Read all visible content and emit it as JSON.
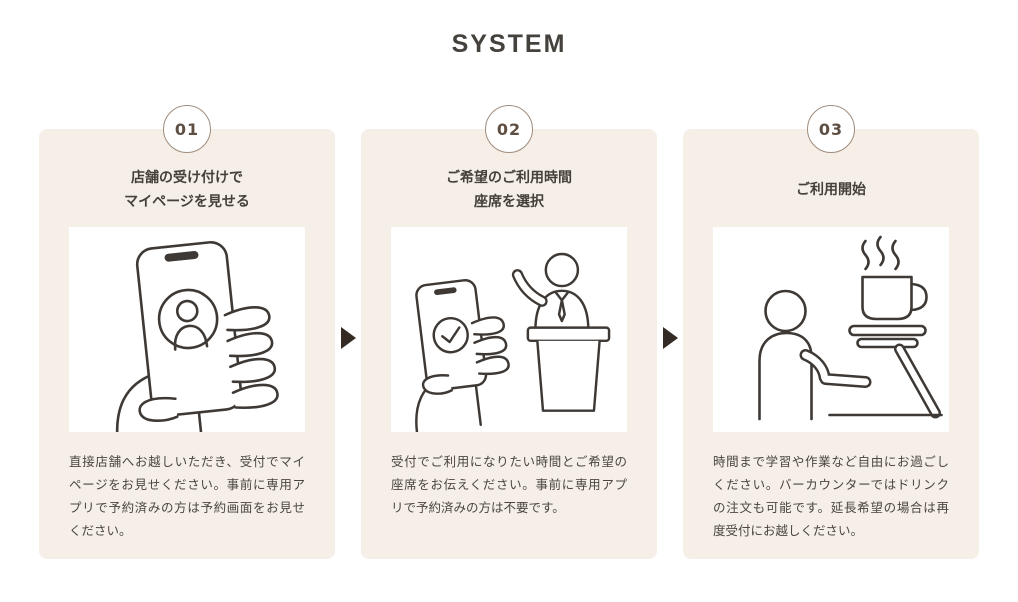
{
  "section": {
    "title": "SYSTEM"
  },
  "steps": [
    {
      "number": "01",
      "title_lines": [
        "店舗の受け付けで",
        "マイページを見せる"
      ],
      "illustration": "hand-holding-phone-mypage",
      "description": "直接店舗へお越しいただき、受付でマイページをお見せください。事前に専用アプリで予約済みの方は予約画面をお見せください。"
    },
    {
      "number": "02",
      "title_lines": [
        "ご希望のご利用時間",
        "座席を選択"
      ],
      "illustration": "reception-phone-check",
      "description": "受付でご利用になりたい時間とご希望の座席をお伝えください。事前に専用アプリで予約済みの方は不要です。"
    },
    {
      "number": "03",
      "title_lines": [
        "ご利用開始"
      ],
      "illustration": "person-working-with-coffee",
      "description": "時間まで学習や作業など自由にお過ごしください。バーカウンターではドリンクの注文も可能です。延長希望の場合は再度受付にお越しください。"
    }
  ],
  "colors": {
    "background": "#ffffff",
    "card_background": "#f5efe8",
    "circle_border": "#9f8c7c",
    "number_text": "#5f4f43",
    "heading_text": "#45413c",
    "body_text": "#4c4540",
    "arrow": "#342b24",
    "line_art": "#3e3935"
  },
  "icons": {
    "separator": "right-triangle-arrow"
  }
}
